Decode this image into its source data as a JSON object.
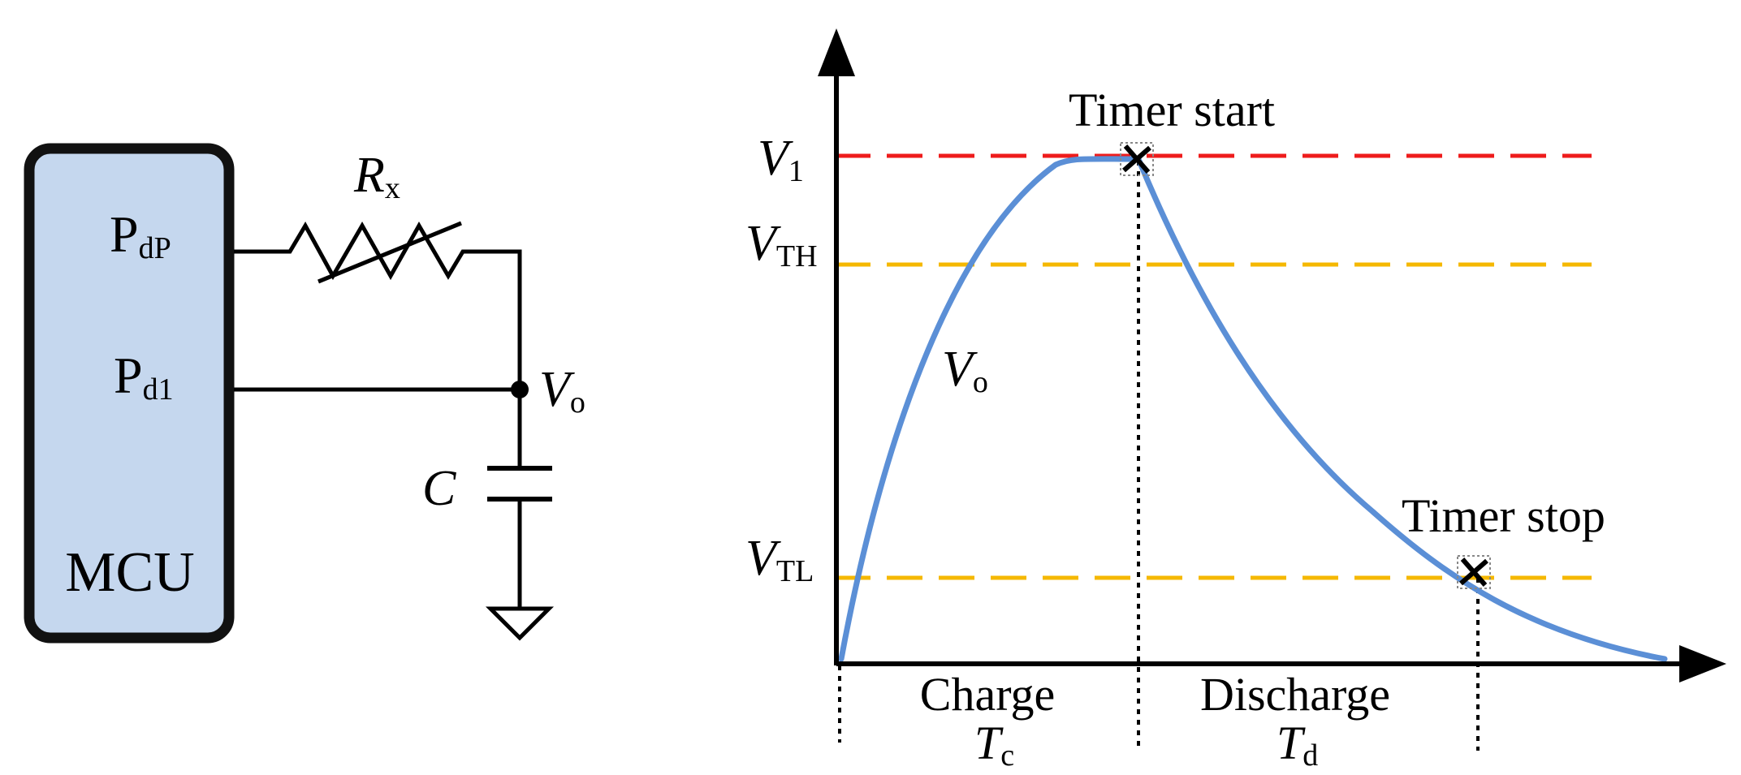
{
  "circuit": {
    "mcu_label": "MCU",
    "pin_dp": {
      "main": "P",
      "sub": "dP"
    },
    "pin_d1": {
      "main": "P",
      "sub": "d1"
    },
    "resistor": {
      "main": "R",
      "sub": "x"
    },
    "capacitor": "C",
    "node": {
      "main": "V",
      "sub": "o"
    },
    "colors": {
      "mcu_fill": "#c5d7ee",
      "mcu_border": "#111111"
    }
  },
  "waveform": {
    "y_labels": {
      "v1": {
        "main": "V",
        "sub": "1"
      },
      "vth": {
        "main": "V",
        "sub": "TH"
      },
      "vtl": {
        "main": "V",
        "sub": "TL"
      }
    },
    "curve_label": {
      "main": "V",
      "sub": "o"
    },
    "timer_start": "Timer start",
    "timer_stop": "Timer stop",
    "phases": {
      "charge": {
        "label": "Charge",
        "t_main": "T",
        "t_sub": "c"
      },
      "discharge": {
        "label": "Discharge",
        "t_main": "T",
        "t_sub": "d"
      }
    },
    "colors": {
      "curve": "#5b8fd6",
      "v1_line": "#ee1c1c",
      "threshold_lines": "#f5b800"
    }
  }
}
